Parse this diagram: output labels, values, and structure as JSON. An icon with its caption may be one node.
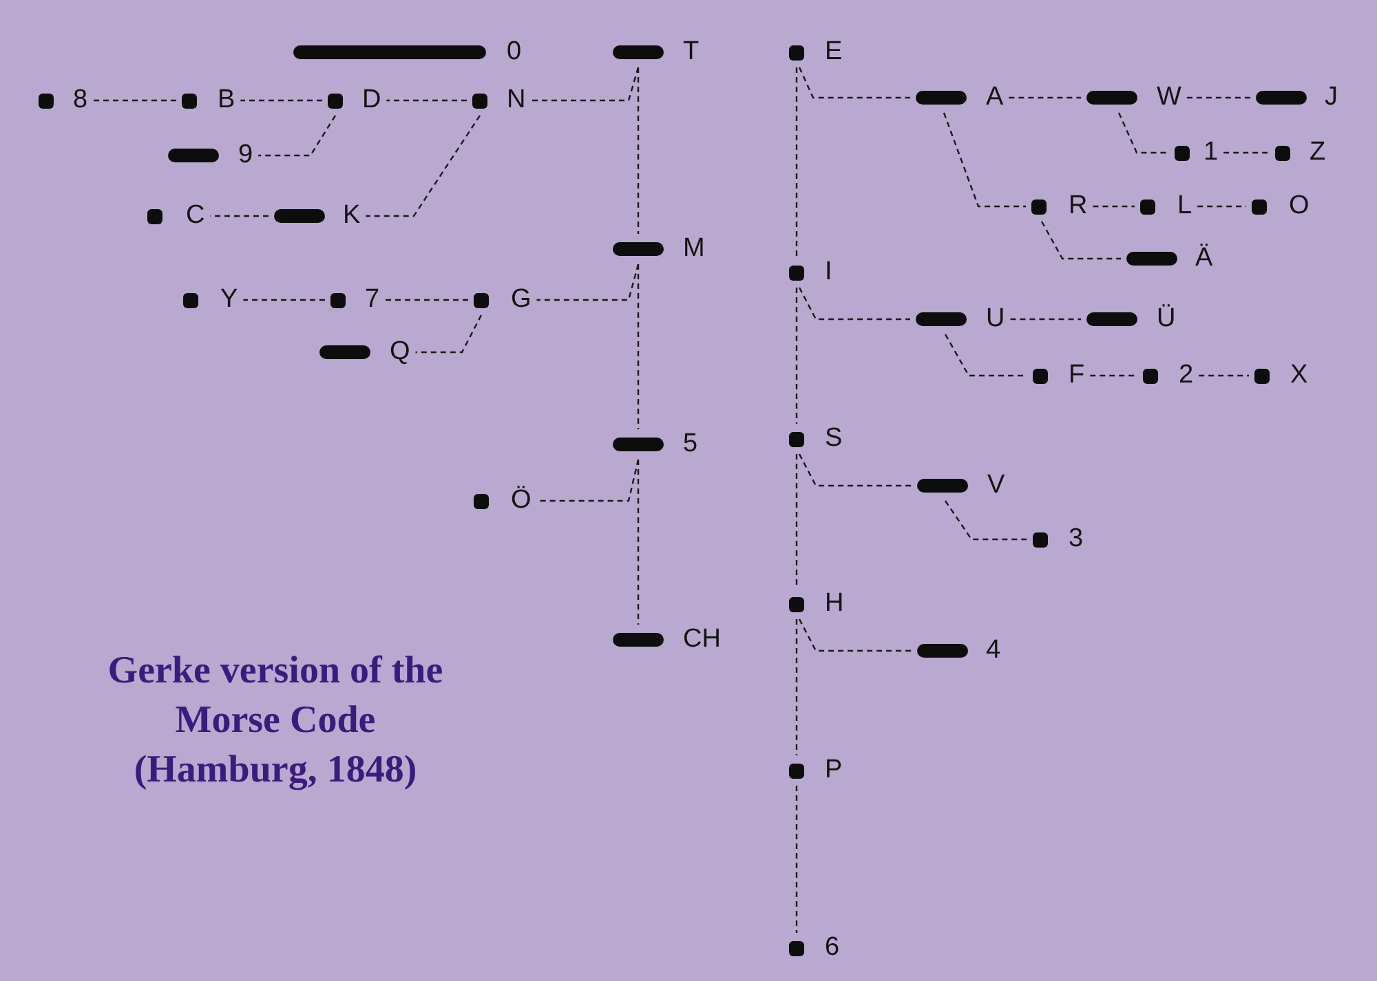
{
  "diagram": {
    "title": "Gerke version of the Morse Code (Hamburg, 1848)",
    "nodes": [
      {
        "text": [
          "0"
        ]
      },
      {
        "text": [
          "T"
        ]
      },
      {
        "text": [
          "E"
        ]
      },
      {
        "text": [
          "8"
        ]
      },
      {
        "text": [
          "B"
        ]
      },
      {
        "text": [
          "D"
        ]
      },
      {
        "text": [
          "N"
        ]
      },
      {
        "text": [
          "A"
        ]
      },
      {
        "text": [
          "W"
        ]
      },
      {
        "text": [
          "J"
        ]
      },
      {
        "text": [
          "9"
        ]
      },
      {
        "text": [
          "1"
        ]
      },
      {
        "text": [
          "Z"
        ]
      },
      {
        "text": [
          "C"
        ]
      },
      {
        "text": [
          "K"
        ]
      },
      {
        "text": [
          "R"
        ]
      },
      {
        "text": [
          "L"
        ]
      },
      {
        "text": [
          "O"
        ]
      },
      {
        "text": [
          "M"
        ]
      },
      {
        "text": [
          "Ä"
        ]
      },
      {
        "text": [
          "I"
        ]
      },
      {
        "text": [
          "Y"
        ]
      },
      {
        "text": [
          "7"
        ]
      },
      {
        "text": [
          "G"
        ]
      },
      {
        "text": [
          "U"
        ]
      },
      {
        "text": [
          "Ü"
        ]
      },
      {
        "text": [
          "Q"
        ]
      },
      {
        "text": [
          "F"
        ]
      },
      {
        "text": [
          "2"
        ]
      },
      {
        "text": [
          "X"
        ]
      },
      {
        "text": [
          "S"
        ]
      },
      {
        "text": [
          "5"
        ]
      },
      {
        "text": [
          "V"
        ]
      },
      {
        "text": [
          "Ö"
        ]
      },
      {
        "text": [
          "3"
        ]
      },
      {
        "text": [
          "H"
        ]
      },
      {
        "text": [
          "CH"
        ]
      },
      {
        "text": [
          "4"
        ]
      },
      {
        "text": [
          "P"
        ]
      },
      {
        "text": [
          "6"
        ]
      }
    ],
    "edges": [
      {
        "from": 1,
        "to": 6,
        "arrow": "none"
      },
      {
        "from": 6,
        "to": 5,
        "arrow": "none"
      },
      {
        "from": 5,
        "to": 4,
        "arrow": "none"
      },
      {
        "from": 4,
        "to": 3,
        "arrow": "none"
      },
      {
        "from": 5,
        "to": 10,
        "arrow": "none"
      },
      {
        "from": 6,
        "to": 14,
        "arrow": "none"
      },
      {
        "from": 14,
        "to": 13,
        "arrow": "none"
      },
      {
        "from": 1,
        "to": 18,
        "arrow": "none"
      },
      {
        "from": 18,
        "to": 23,
        "arrow": "none"
      },
      {
        "from": 23,
        "to": 22,
        "arrow": "none"
      },
      {
        "from": 22,
        "to": 21,
        "arrow": "none"
      },
      {
        "from": 23,
        "to": 26,
        "arrow": "none"
      },
      {
        "from": 18,
        "to": 31,
        "arrow": "none"
      },
      {
        "from": 31,
        "to": 33,
        "arrow": "none"
      },
      {
        "from": 31,
        "to": 36,
        "arrow": "none"
      },
      {
        "from": 2,
        "to": 20,
        "arrow": "none"
      },
      {
        "from": 2,
        "to": 7,
        "arrow": "none"
      },
      {
        "from": 7,
        "to": 8,
        "arrow": "none"
      },
      {
        "from": 8,
        "to": 9,
        "arrow": "none"
      },
      {
        "from": 8,
        "to": 11,
        "arrow": "none"
      },
      {
        "from": 11,
        "to": 12,
        "arrow": "none"
      },
      {
        "from": 7,
        "to": 15,
        "arrow": "none"
      },
      {
        "from": 15,
        "to": 16,
        "arrow": "none"
      },
      {
        "from": 16,
        "to": 17,
        "arrow": "none"
      },
      {
        "from": 15,
        "to": 19,
        "arrow": "none"
      },
      {
        "from": 20,
        "to": 30,
        "arrow": "none"
      },
      {
        "from": 20,
        "to": 24,
        "arrow": "none"
      },
      {
        "from": 24,
        "to": 25,
        "arrow": "none"
      },
      {
        "from": 24,
        "to": 27,
        "arrow": "none"
      },
      {
        "from": 27,
        "to": 28,
        "arrow": "none"
      },
      {
        "from": 28,
        "to": 29,
        "arrow": "none"
      },
      {
        "from": 30,
        "to": 32,
        "arrow": "none"
      },
      {
        "from": 32,
        "to": 34,
        "arrow": "none"
      },
      {
        "from": 30,
        "to": 35,
        "arrow": "none"
      },
      {
        "from": 35,
        "to": 37,
        "arrow": "none"
      },
      {
        "from": 35,
        "to": 38,
        "arrow": "none"
      },
      {
        "from": 38,
        "to": 39,
        "arrow": "none"
      }
    ]
  }
}
